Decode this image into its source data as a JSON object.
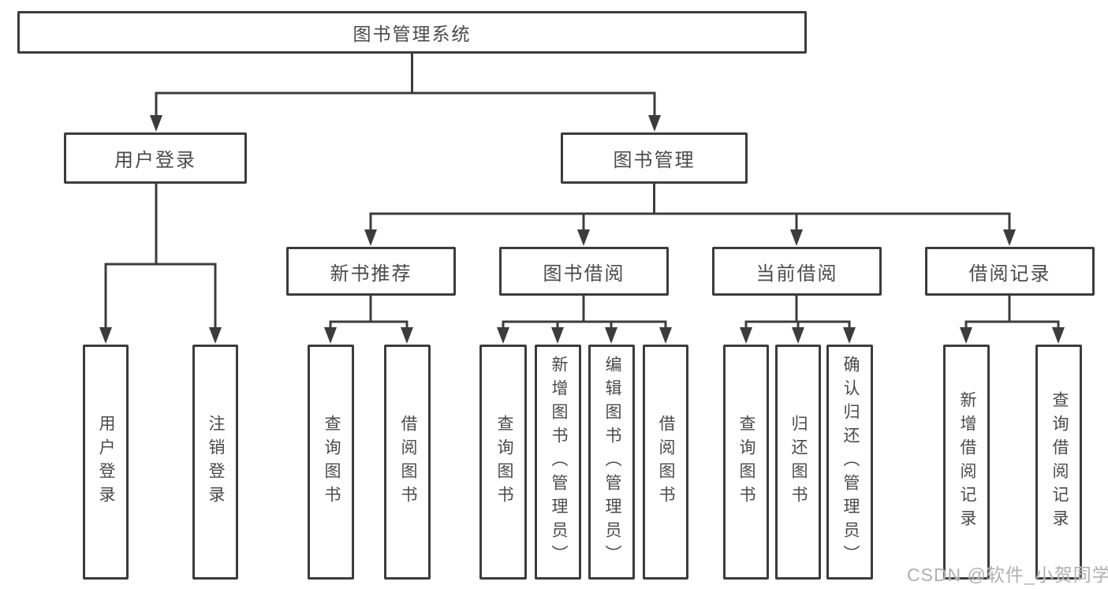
{
  "diagram": {
    "root": {
      "label": "图书管理系统"
    },
    "branches": [
      {
        "label": "用户登录",
        "children": [
          {
            "label": "用户登录"
          },
          {
            "label": "注销登录"
          }
        ]
      },
      {
        "label": "图书管理",
        "children": [
          {
            "label": "新书推荐",
            "children": [
              {
                "label": "查询图书"
              },
              {
                "label": "借阅图书"
              }
            ]
          },
          {
            "label": "图书借阅",
            "children": [
              {
                "label": "查询图书"
              },
              {
                "label": "新增图书（管理员）"
              },
              {
                "label": "编辑图书（管理员）"
              },
              {
                "label": "借阅图书"
              }
            ]
          },
          {
            "label": "当前借阅",
            "children": [
              {
                "label": "查询图书"
              },
              {
                "label": "归还图书"
              },
              {
                "label": "确认归还（管理员）"
              }
            ]
          },
          {
            "label": "借阅记录",
            "children": [
              {
                "label": "新增借阅记录"
              },
              {
                "label": "查询借阅记录"
              }
            ]
          }
        ]
      }
    ]
  },
  "watermark": {
    "text": "CSDN @软件_小贺同学"
  },
  "colors": {
    "line": "#3c3c3c",
    "text": "#4a4a4a",
    "background": "#ffffff",
    "watermark": "#b0b0b0"
  }
}
